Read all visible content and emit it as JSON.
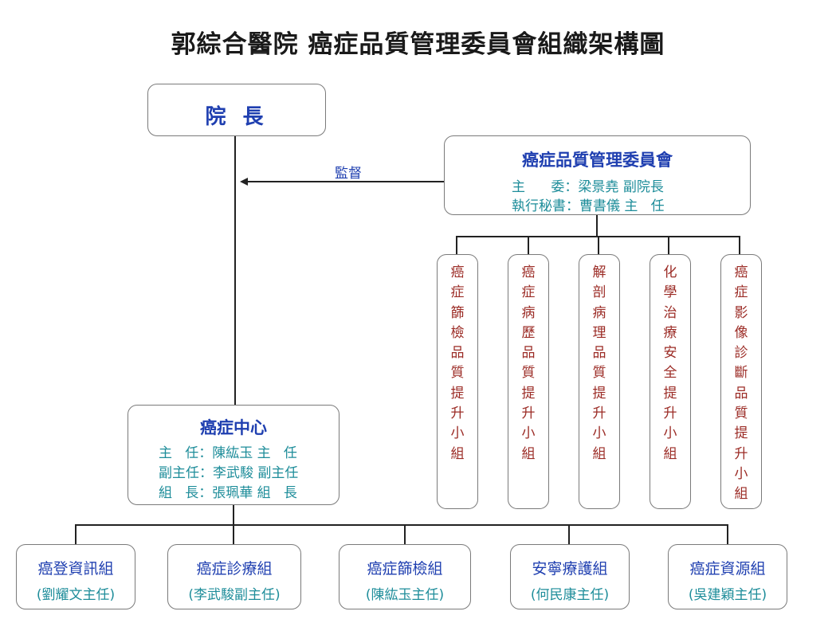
{
  "title": "郭綜合醫院  癌症品質管理委員會組織架構圖",
  "director": {
    "label": "院 長"
  },
  "supervision_label": "監督",
  "committee": {
    "name": "癌症品質管理委員會",
    "chair": "主      委：梁景堯 副院長",
    "secretary": "執行秘書：曹書儀 主   任"
  },
  "subcommittees": [
    "癌症篩檢品質提升小組",
    "癌症病歷品質提升小組",
    "解剖病理品質提升小組",
    "化學治療安全提升小組",
    "癌症影像診斷品質提升小組"
  ],
  "center": {
    "name": "癌症中心",
    "lines": [
      "主   任：陳紘玉 主   任",
      "副主任：李武駿 副主任",
      "組   長：張珮華 組   長"
    ]
  },
  "groups": [
    {
      "name": "癌登資訊組",
      "head": "(劉耀文主任)"
    },
    {
      "name": "癌症診療組",
      "head": "(李武駿副主任)"
    },
    {
      "name": "癌症篩檢組",
      "head": "(陳紘玉主任)"
    },
    {
      "name": "安寧療護組",
      "head": "(何民康主任)"
    },
    {
      "name": "癌症資源組",
      "head": "(吳建穎主任)"
    }
  ],
  "colors": {
    "title_blue": "#1f3fb0",
    "teal_text": "#1e8d9a",
    "subcommittee_red": "#9b2b25"
  }
}
